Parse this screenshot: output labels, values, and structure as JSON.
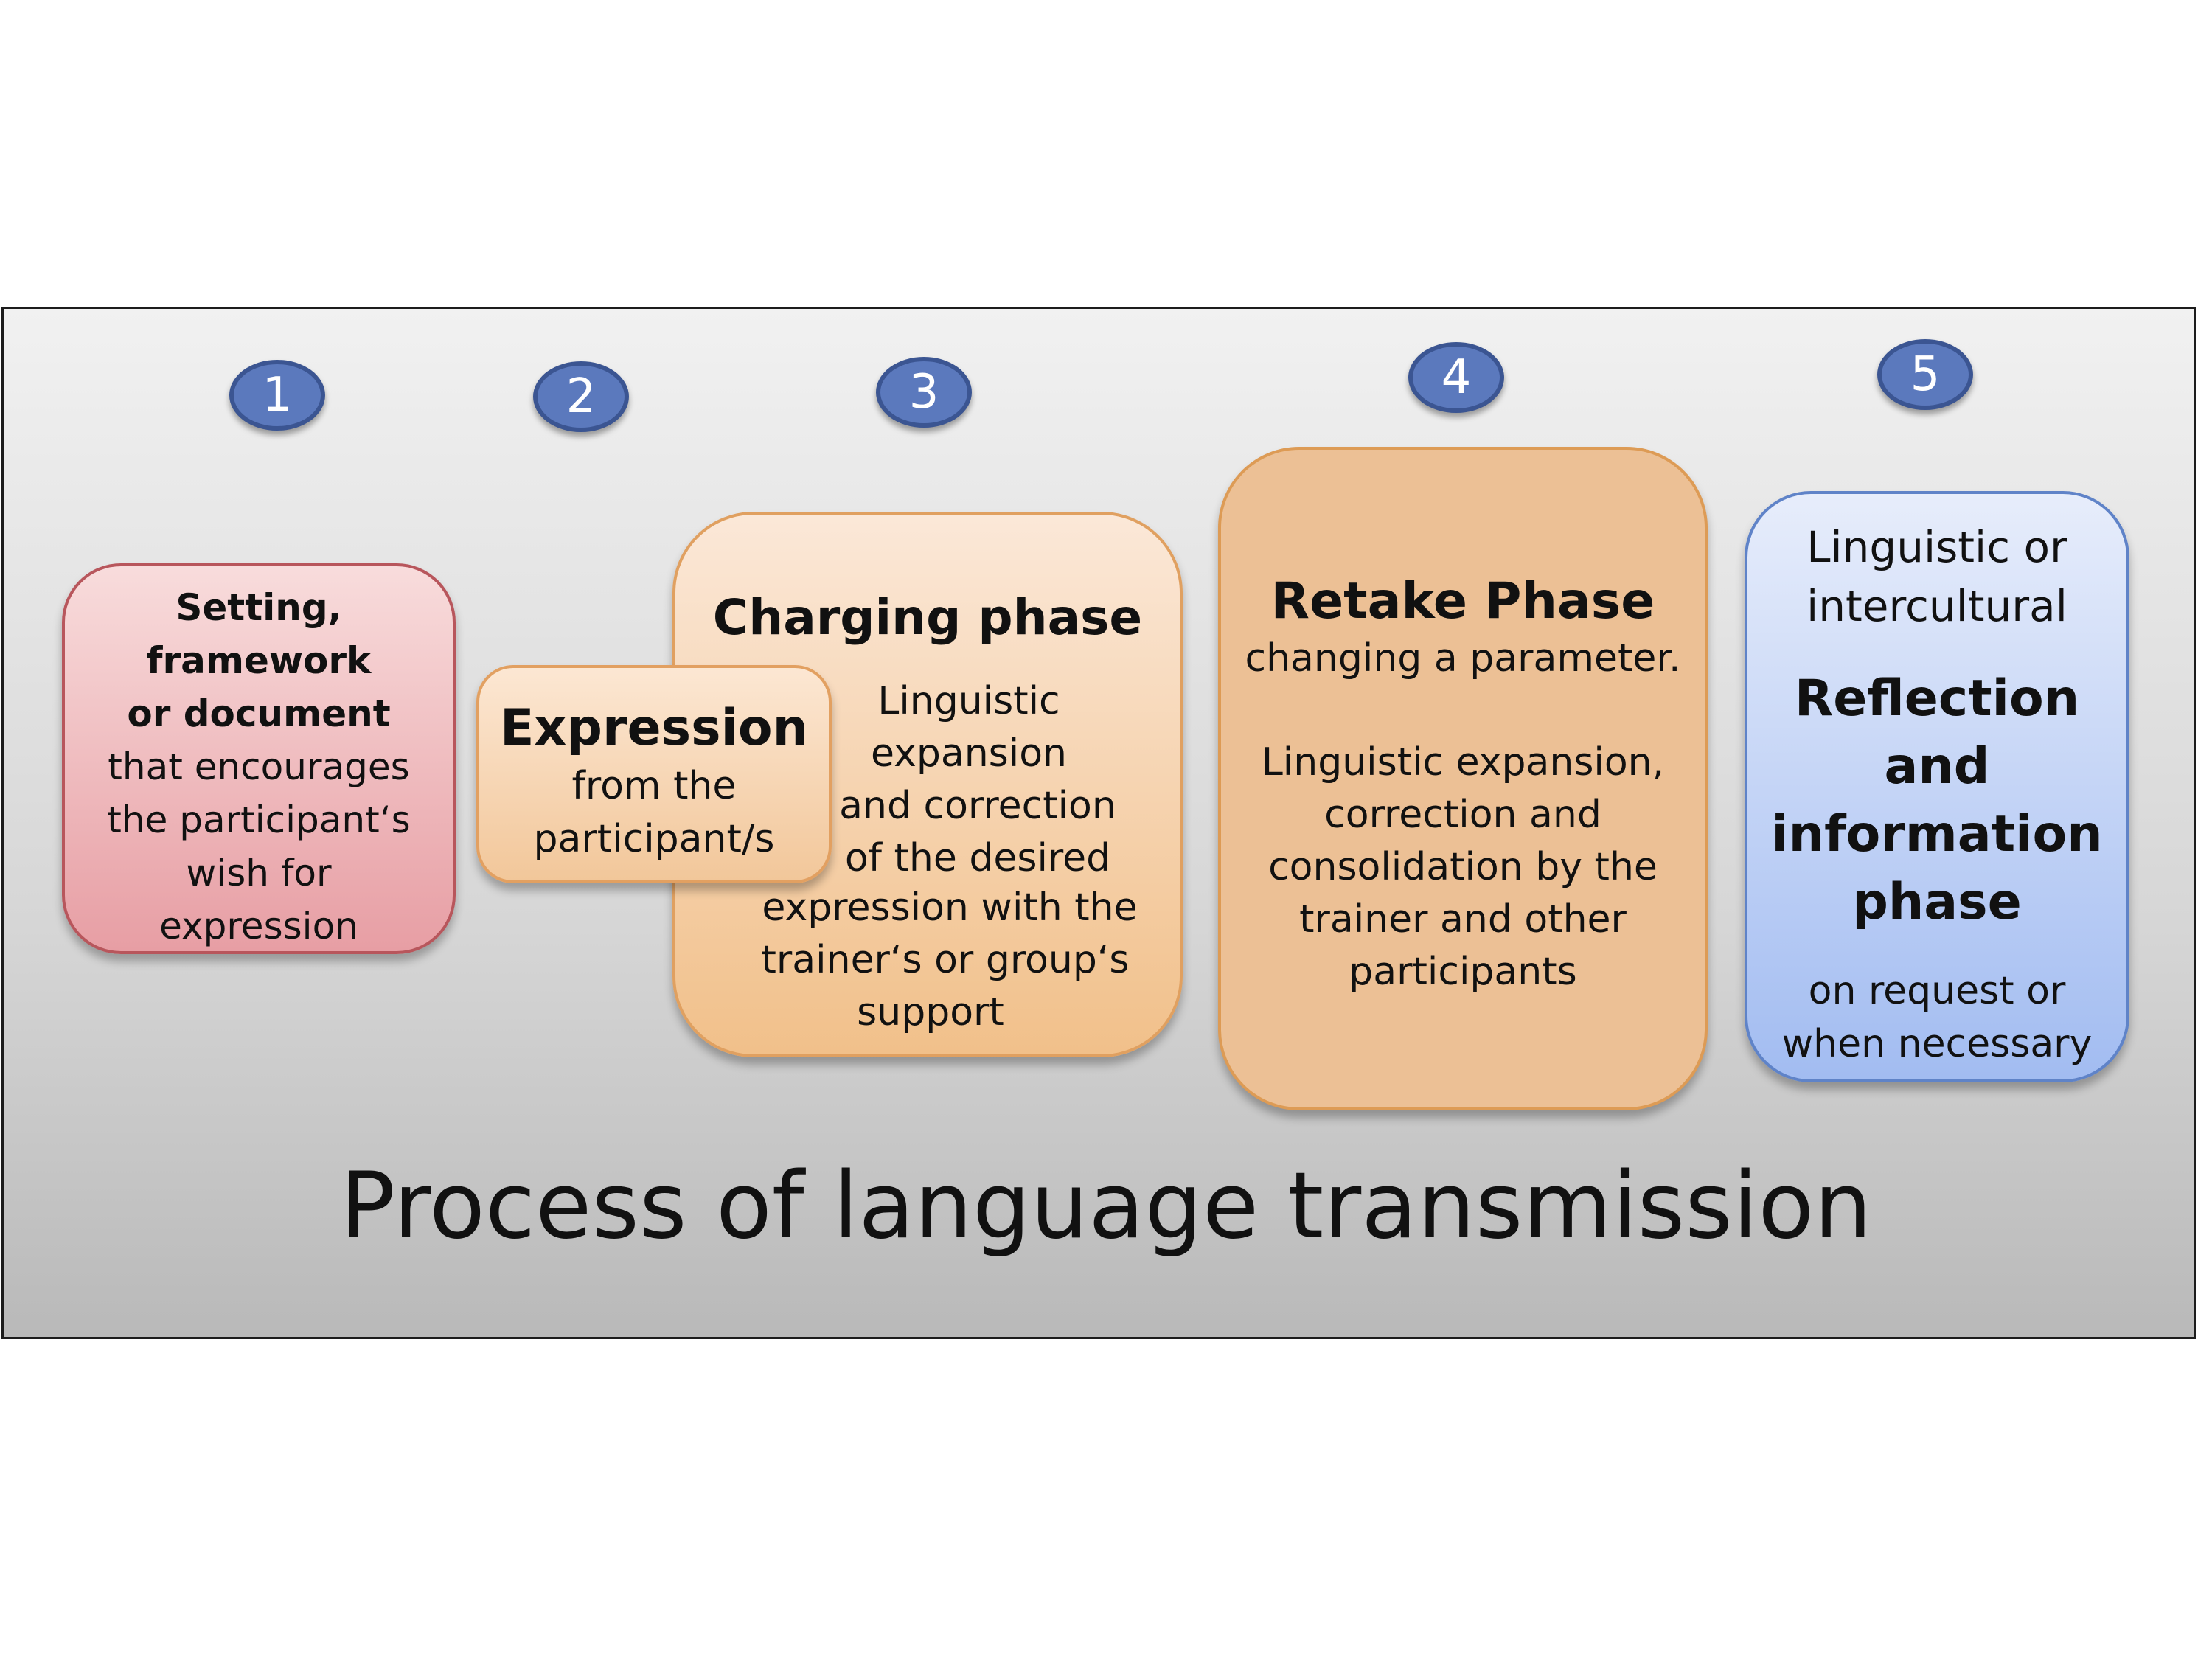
{
  "steps": [
    "1",
    "2",
    "3",
    "4",
    "5"
  ],
  "box1": {
    "bold_lines": [
      "Setting,",
      "framework",
      "or  document"
    ],
    "lines": [
      "that  encourages",
      "the participant‘s",
      "wish for",
      "expression"
    ]
  },
  "box2": {
    "title": "Expression",
    "lines": [
      "from the",
      "participant/s"
    ]
  },
  "box3": {
    "title": "Charging phase",
    "lines": [
      "Linguistic",
      "expansion",
      "and correction",
      "of the desired",
      "expression with the",
      "trainer‘s  or group‘s",
      "support"
    ]
  },
  "box4": {
    "title": "Retake Phase",
    "subtitle": "changing a parameter.",
    "lines": [
      "Linguistic expansion,",
      "correction and",
      "consolidation by the",
      "trainer and  other",
      "participants"
    ]
  },
  "box5": {
    "top_lines": [
      "Linguistic or",
      "intercultural"
    ],
    "title_lines": [
      "Reflection",
      "and",
      "information",
      "phase"
    ],
    "bottom_lines": [
      "on request or",
      "when necessary"
    ]
  },
  "caption": "Process of language transmission",
  "colors": {
    "step_circle": "#5b79bd",
    "box1_fill": "#e79ea4",
    "box2_box3_fill": "#f2c79a",
    "box4_fill": "#ecc095",
    "box5_fill": "#a2bcf1"
  }
}
